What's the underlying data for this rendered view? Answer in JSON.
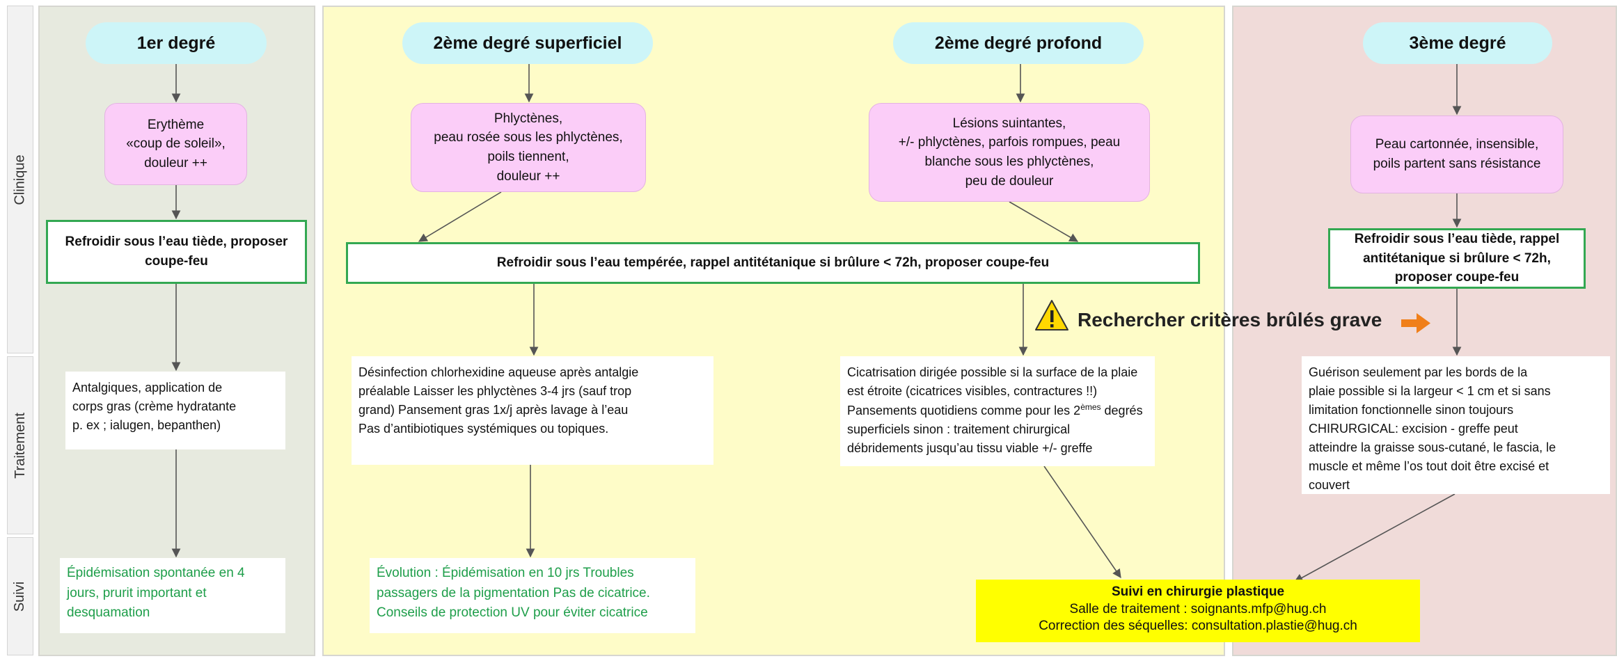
{
  "rows": [
    "Clinique",
    "Traitement",
    "Suivi"
  ],
  "columns": {
    "deg1": "1er degré",
    "deg2s": "2ème degré superficiel",
    "deg2p": "2ème degré profond",
    "deg3": "3ème degré"
  },
  "clinique": {
    "deg1": "Erythème\n«coup de soleil»,\ndouleur ++",
    "deg2s": "Phlyctènes,\npeau rosée sous les phlyctènes,\npoils tiennent,\ndouleur ++",
    "deg2p": "Lésions suintantes,\n+/- phlyctènes, parfois rompues, peau\nblanche sous les phlyctènes,\npeu de douleur",
    "deg3": "Peau cartonnée, insensible,\npoils partent sans résistance"
  },
  "refroidir": {
    "deg1": "Refroidir sous l’eau tiède,  proposer\ncoupe-feu",
    "deg2": "Refroidir sous l’eau tempérée, rappel antitétanique si brûlure < 72h, proposer coupe-feu",
    "deg3": "Refroidir sous l’eau tiède, rappel\nantitétanique si brûlure < 72h,\nproposer coupe-feu"
  },
  "warning": {
    "icon": "warning-triangle-icon",
    "text": "Rechercher critères brûlés grave",
    "arrow_color": "#f07f1a"
  },
  "traitement": {
    "deg1": "Antalgiques, application de\ncorps gras (crème hydratante\np. ex ; ialugen, bepanthen)",
    "deg2s": "Désinfection chlorhexidine aqueuse après antalgie\npréalable Laisser les phlyctènes 3-4 jrs (sauf trop\ngrand) Pansement gras 1x/j après lavage à l’eau\nPas d’antibiotiques systémiques ou topiques.",
    "deg2p_line1": "Cicatrisation dirigée possible si la surface de la plaie",
    "deg2p_line2": "est étroite (cicatrices visibles, contractures !!)",
    "deg2p_line3a": "Pansements quotidiens comme pour les 2",
    "deg2p_sup": "èmes",
    "deg2p_line3b": " degrés",
    "deg2p_line4": "superficiels sinon : traitement chirurgical",
    "deg2p_line5": "débridements jusqu’au tissu viable +/- greffe",
    "deg3": "Guérison seulement par les bords de la\nplaie possible si la largeur < 1 cm et si sans\nlimitation fonctionnelle sinon toujours\nCHIRURGICAL: excision - greffe peut\natteindre la graisse sous-cutané, le fascia, le\nmuscle et même l’os tout doit être excisé et\ncouvert"
  },
  "suivi": {
    "deg1": "Épidémisation spontanée en 4\njours, prurit important et\ndesquamation",
    "deg2s": "Évolution : Épidémisation en 10 jrs Troubles\npassagers de la pigmentation Pas de cicatrice.\nConseils de protection UV pour éviter cicatrice",
    "chirurgie_title": "Suivi en chirurgie plastique",
    "chirurgie_line1": "Salle de traitement : soignants.mfp@hug.ch",
    "chirurgie_line2": "Correction des séquelles: consultation.plastie@hug.ch"
  },
  "colors": {
    "lane_deg1": "#e7eadf",
    "lane_deg2": "#fefcc8",
    "lane_deg3": "#f0dbd9",
    "cyan": "#cdf5f8",
    "pink": "#fbcdf8",
    "green_border": "#33a852",
    "suivi_text": "#1e9e4a",
    "highlight": "#ffff00"
  }
}
